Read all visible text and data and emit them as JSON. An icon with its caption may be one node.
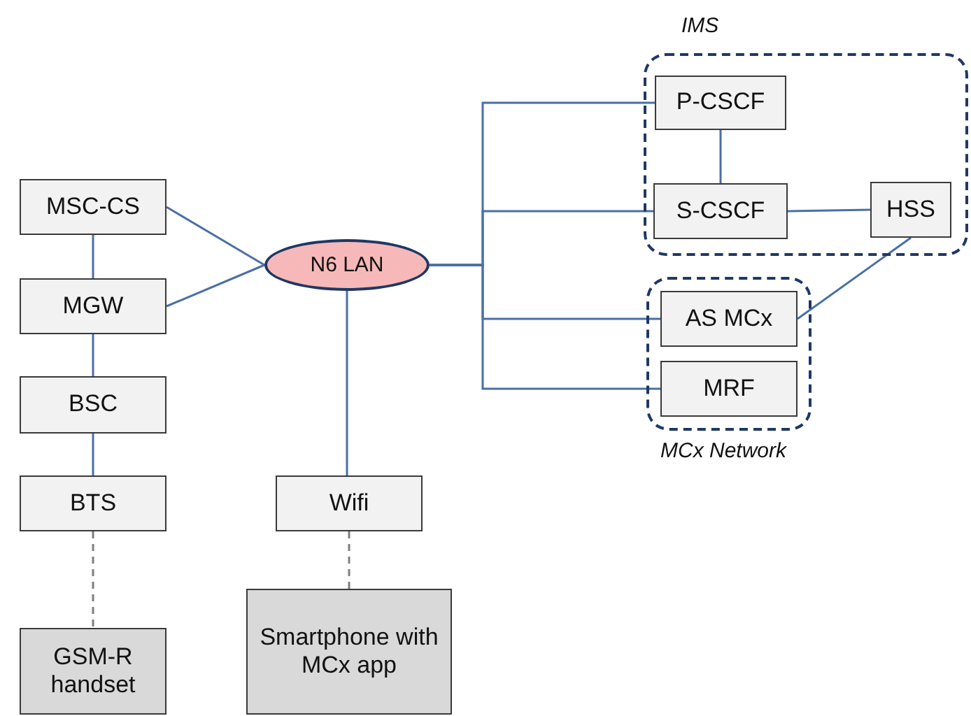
{
  "diagram": {
    "nodes": [
      {
        "text": [
          "IMS"
        ]
      },
      {
        "text": [
          "P-CSCF"
        ],
        "in": 0
      },
      {
        "text": [
          "MSC-CS"
        ]
      },
      {
        "text": [
          "S-CSCF"
        ],
        "in": 0
      },
      {
        "text": [
          "HSS"
        ],
        "in": 0
      },
      {
        "text": [
          "N6 LAN"
        ]
      },
      {
        "text": [
          "MGW"
        ]
      },
      {
        "text": [
          "MCx Network"
        ]
      },
      {
        "text": [
          "AS MCx"
        ],
        "in": 7
      },
      {
        "text": [
          "MRF"
        ],
        "in": 7
      },
      {
        "text": [
          "BSC"
        ]
      },
      {
        "text": [
          "BTS"
        ]
      },
      {
        "text": [
          "Wifi"
        ]
      },
      {
        "text": [
          "GSM-R handset"
        ]
      },
      {
        "text": [
          "Smartphone with MCx app"
        ]
      }
    ],
    "edges": [
      {
        "from": 2,
        "to": 5,
        "arrow": "none"
      },
      {
        "from": 6,
        "to": 5,
        "arrow": "none"
      },
      {
        "from": 2,
        "to": 6,
        "arrow": "none"
      },
      {
        "from": 6,
        "to": 10,
        "arrow": "none"
      },
      {
        "from": 10,
        "to": 11,
        "arrow": "none"
      },
      {
        "from": 11,
        "to": 13,
        "arrow": "none",
        "style": "dashed",
        "color": "#7f7f7f"
      },
      {
        "from": 5,
        "to": 12,
        "arrow": "none"
      },
      {
        "from": 12,
        "to": 14,
        "arrow": "none",
        "style": "dashed",
        "color": "#7f7f7f"
      },
      {
        "from": 5,
        "to": 1,
        "arrow": "none"
      },
      {
        "from": 5,
        "to": 3,
        "arrow": "none"
      },
      {
        "from": 5,
        "to": 8,
        "arrow": "none"
      },
      {
        "from": 5,
        "to": 9,
        "arrow": "none"
      },
      {
        "from": 1,
        "to": 3,
        "arrow": "none"
      },
      {
        "from": 3,
        "to": 4,
        "arrow": "none"
      },
      {
        "from": 4,
        "to": 8,
        "arrow": "none"
      }
    ]
  }
}
